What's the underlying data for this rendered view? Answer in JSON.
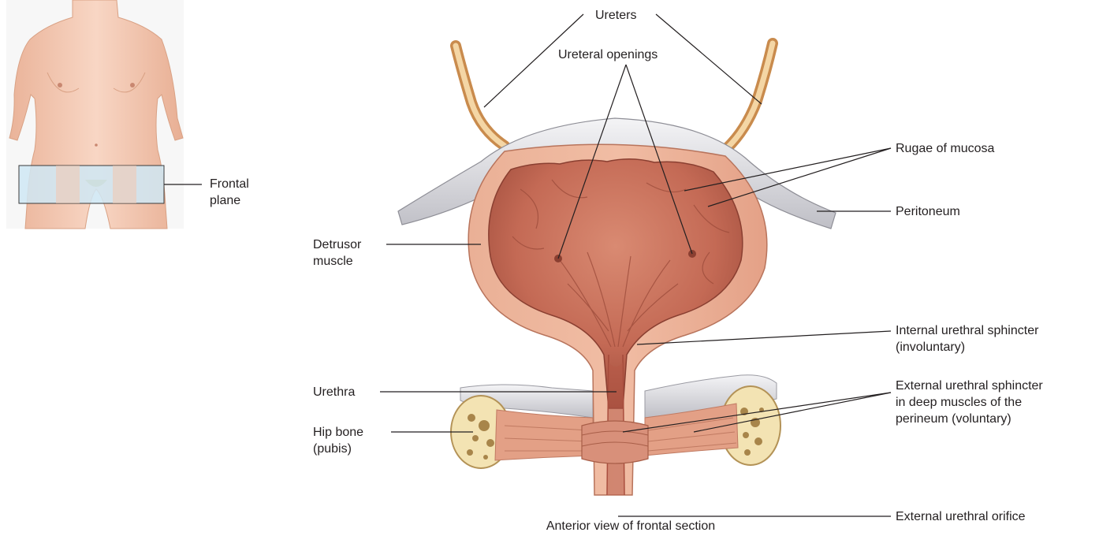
{
  "inset": {
    "plane_label": "Frontal\nplane"
  },
  "labels": {
    "ureters": "Ureters",
    "ureteral_openings": "Ureteral openings",
    "rugae": "Rugae of mucosa",
    "peritoneum": "Peritoneum",
    "detrusor": "Detrusor\nmuscle",
    "internal_sphincter": "Internal urethral sphincter\n(involuntary)",
    "urethra": "Urethra",
    "external_sphincter": "External urethral sphincter\nin deep muscles of the\nperineum (voluntary)",
    "hip_bone": "Hip bone\n(pubis)",
    "external_orifice": "External urethral orifice"
  },
  "caption": "Anterior view of frontal section",
  "colors": {
    "mucosa": "#c8705a",
    "muscle": "#e8a487",
    "peritoneum": "#e6e6ea",
    "ureter": "#e8bf84",
    "bone": "#f3e3b3",
    "skin": "#f3c7b0",
    "plane": "#cfe8f4"
  }
}
